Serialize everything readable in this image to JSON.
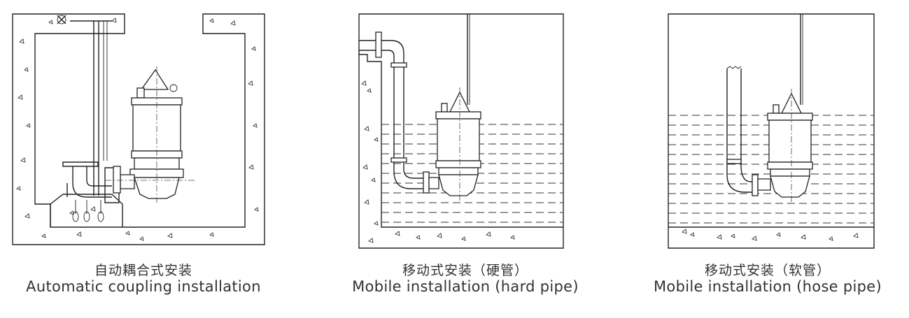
{
  "panels": [
    {
      "caption_zh": "自动耦合式安装",
      "caption_en": "Automatic coupling installation"
    },
    {
      "caption_zh": "移动式安装（硬管）",
      "caption_en": "Mobile installation (hard pipe)"
    },
    {
      "caption_zh": "移动式安装（软管）",
      "caption_en": "Mobile installation (hose pipe)"
    }
  ]
}
